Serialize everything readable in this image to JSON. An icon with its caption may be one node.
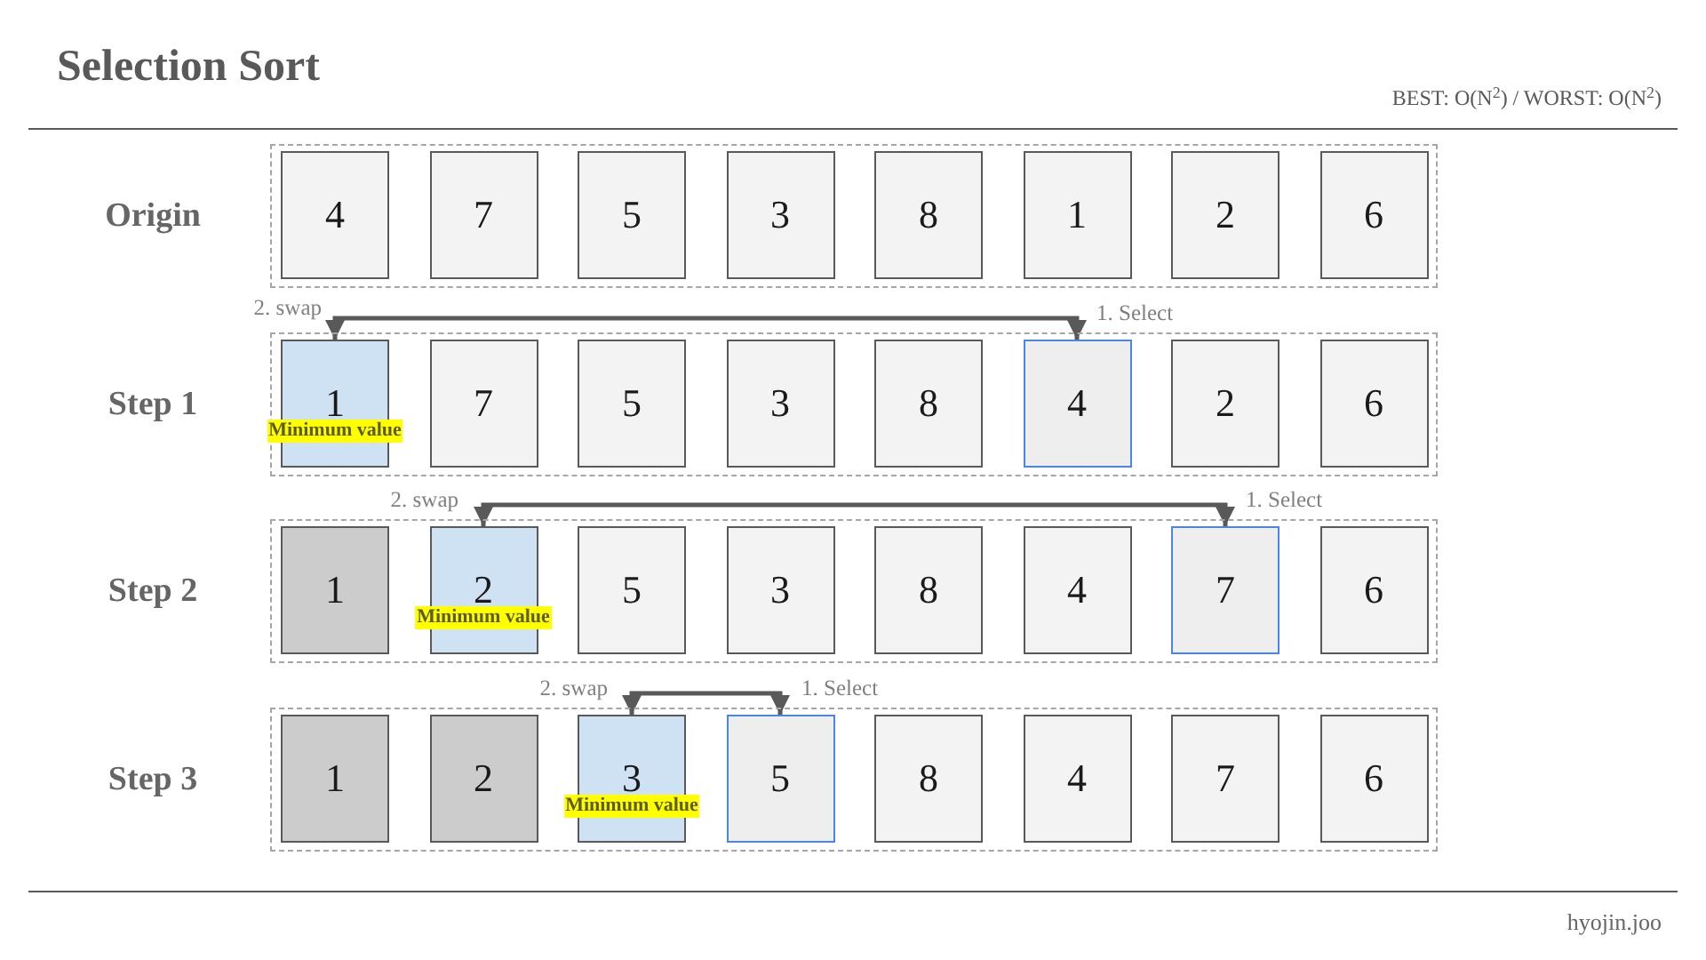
{
  "diagram": {
    "title": "Selection Sort",
    "nodes": [
      {
        "text": [],
        "shape": "box",
        "beside": [
          "Origin"
        ]
      },
      {
        "text": [
          "4"
        ],
        "in": 0
      },
      {
        "text": [
          "7"
        ],
        "in": 0
      },
      {
        "text": [
          "5"
        ],
        "in": 0
      },
      {
        "text": [
          "3"
        ],
        "in": 0
      },
      {
        "text": [
          "8"
        ],
        "in": 0
      },
      {
        "text": [
          "1"
        ],
        "in": 0
      },
      {
        "text": [
          "2"
        ],
        "in": 0
      },
      {
        "text": [
          "6"
        ],
        "in": 0
      },
      {
        "text": [],
        "shape": "box",
        "beside": [
          "Step 1"
        ]
      },
      {
        "text": [
          "1",
          "Minimum value"
        ],
        "in": 9
      },
      {
        "text": [
          "7"
        ],
        "in": 9
      },
      {
        "text": [
          "5"
        ],
        "in": 9
      },
      {
        "text": [
          "3"
        ],
        "in": 9
      },
      {
        "text": [
          "8"
        ],
        "in": 9
      },
      {
        "text": [
          "4"
        ],
        "in": 9
      },
      {
        "text": [
          "2"
        ],
        "in": 9
      },
      {
        "text": [
          "6"
        ],
        "in": 9
      },
      {
        "text": [],
        "shape": "box",
        "beside": [
          "Step 2"
        ]
      },
      {
        "text": [
          "1"
        ],
        "in": 18
      },
      {
        "text": [
          "2",
          "Minimum value"
        ],
        "in": 18
      },
      {
        "text": [
          "5"
        ],
        "in": 18
      },
      {
        "text": [
          "3"
        ],
        "in": 18
      },
      {
        "text": [
          "8"
        ],
        "in": 18
      },
      {
        "text": [
          "4"
        ],
        "in": 18
      },
      {
        "text": [
          "7"
        ],
        "in": 18
      },
      {
        "text": [
          "6"
        ],
        "in": 18
      },
      {
        "text": [],
        "shape": "box",
        "beside": [
          "Step 3"
        ]
      },
      {
        "text": [
          "1"
        ],
        "in": 27
      },
      {
        "text": [
          "2"
        ],
        "in": 27
      },
      {
        "text": [
          "3",
          "Minimum value"
        ],
        "in": 27
      },
      {
        "text": [
          "5"
        ],
        "in": 27
      },
      {
        "text": [
          "8"
        ],
        "in": 27
      },
      {
        "text": [
          "4"
        ],
        "in": 27
      },
      {
        "text": [
          "7"
        ],
        "in": 27
      },
      {
        "text": [
          "6"
        ],
        "in": 27
      }
    ],
    "edges": [
      {
        "from": 10,
        "to": 15,
        "arrow": "both"
      },
      {
        "from": 20,
        "to": 25,
        "arrow": "both"
      },
      {
        "from": 30,
        "to": 31,
        "arrow": "both"
      }
    ],
    "labels": [
      "BEST: O(N$^{2}$) / WORST: O(N$^{2}$)",
      "2. swap",
      "1. Select",
      "2. swap",
      "1. Select",
      "2. swap",
      "1. Select",
      "hyojin.joo"
    ]
  }
}
